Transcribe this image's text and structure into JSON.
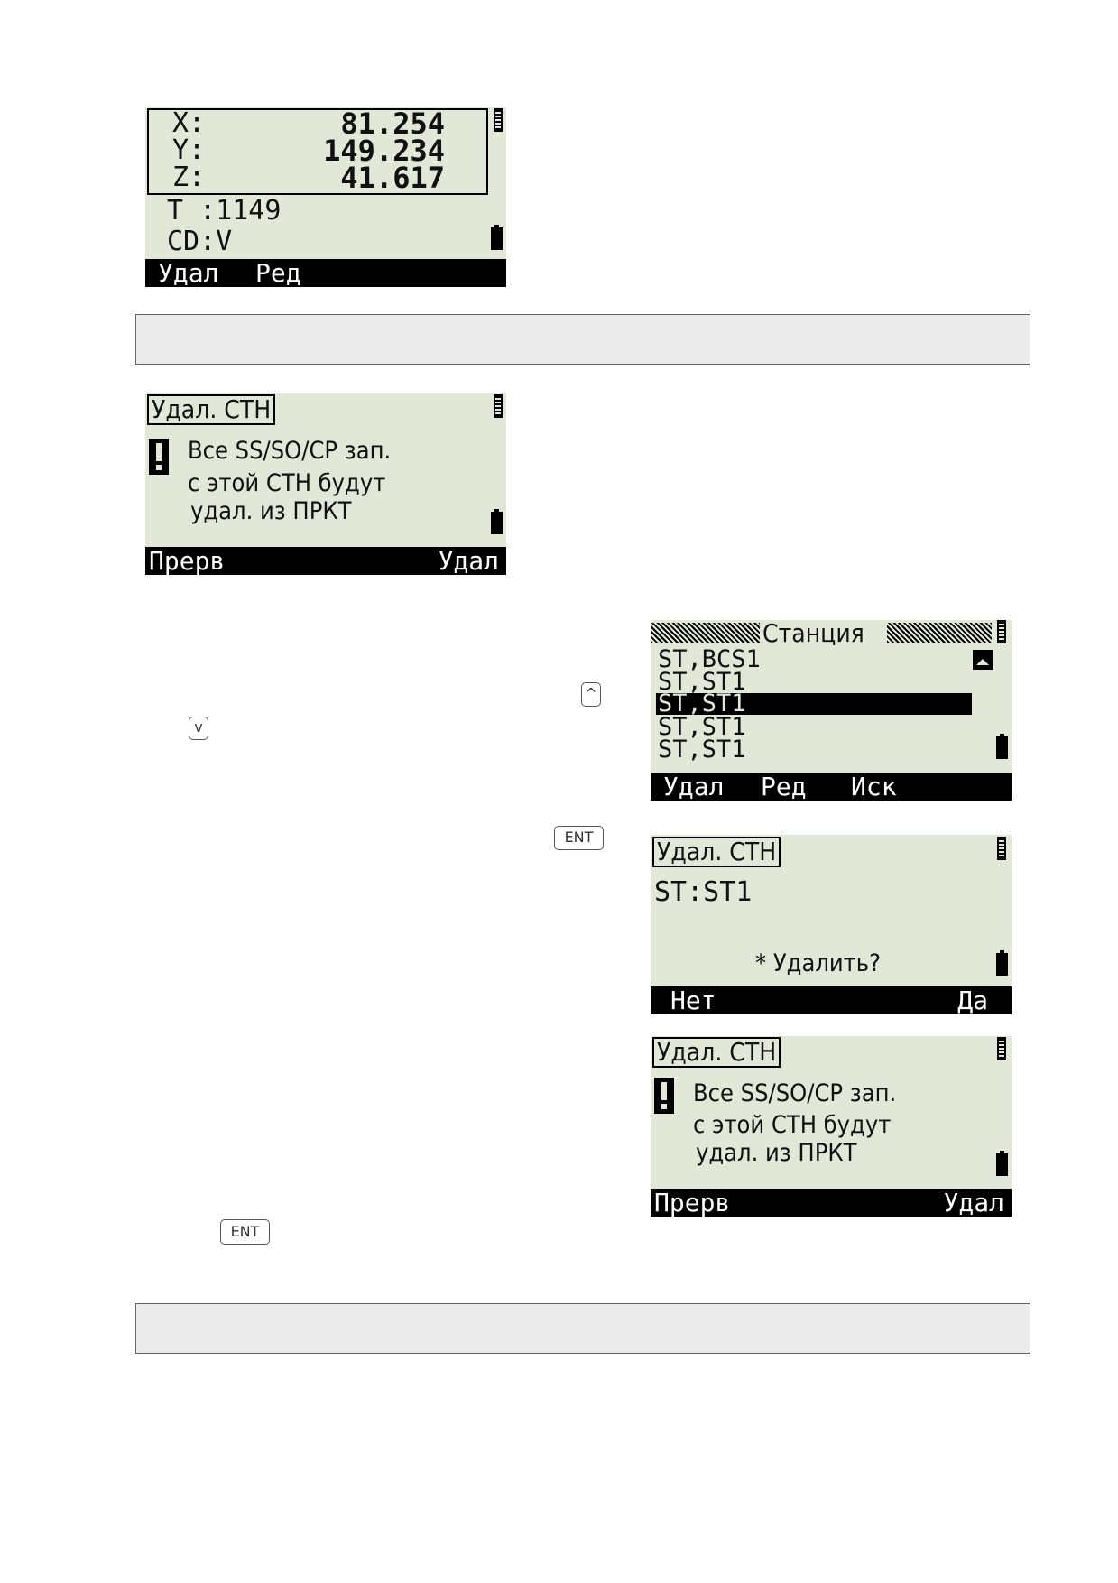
{
  "screen1": {
    "coords": [
      {
        "label": "X:",
        "value": "81.254"
      },
      {
        "label": "Y:",
        "value": "149.234"
      },
      {
        "label": "Z:",
        "value": "41.617"
      }
    ],
    "t_line": "T :1149",
    "cd_line": "CD:V",
    "soft_left": "Удал",
    "soft_mid": "Ред"
  },
  "screen2": {
    "title": "Удал. СТН",
    "message": [
      "Все SS/SO/CP зап.",
      "с этой СТН будут",
      "удал. из ПРКТ"
    ],
    "soft_left": "Прерв",
    "soft_right": "Удал"
  },
  "screen3": {
    "title": "Станция",
    "rows": [
      "ST,BCS1",
      "ST,ST1",
      "ST,ST1",
      "ST,ST1",
      "ST,ST1"
    ],
    "selected_index": 2,
    "soft_1": "Удал",
    "soft_2": "Ред",
    "soft_3": "Иск"
  },
  "screen4": {
    "title": "Удал. СТН",
    "station": "ST:ST1",
    "prompt": "* Удалить?",
    "soft_left": "Нет",
    "soft_right": "Да"
  },
  "screen5": {
    "title": "Удал. СТН",
    "message": [
      "Все SS/SO/CP зап.",
      "с этой СТН будут",
      "удал. из ПРКТ"
    ],
    "soft_left": "Прерв",
    "soft_right": "Удал"
  },
  "keys": {
    "up": "^",
    "down": "v",
    "ent1": "ENT",
    "ent2": "ENT"
  },
  "icons": {
    "signal": "signal-icon",
    "battery": "battery-icon",
    "warning": "warning-icon",
    "scroll_up": "scroll-up-icon"
  }
}
